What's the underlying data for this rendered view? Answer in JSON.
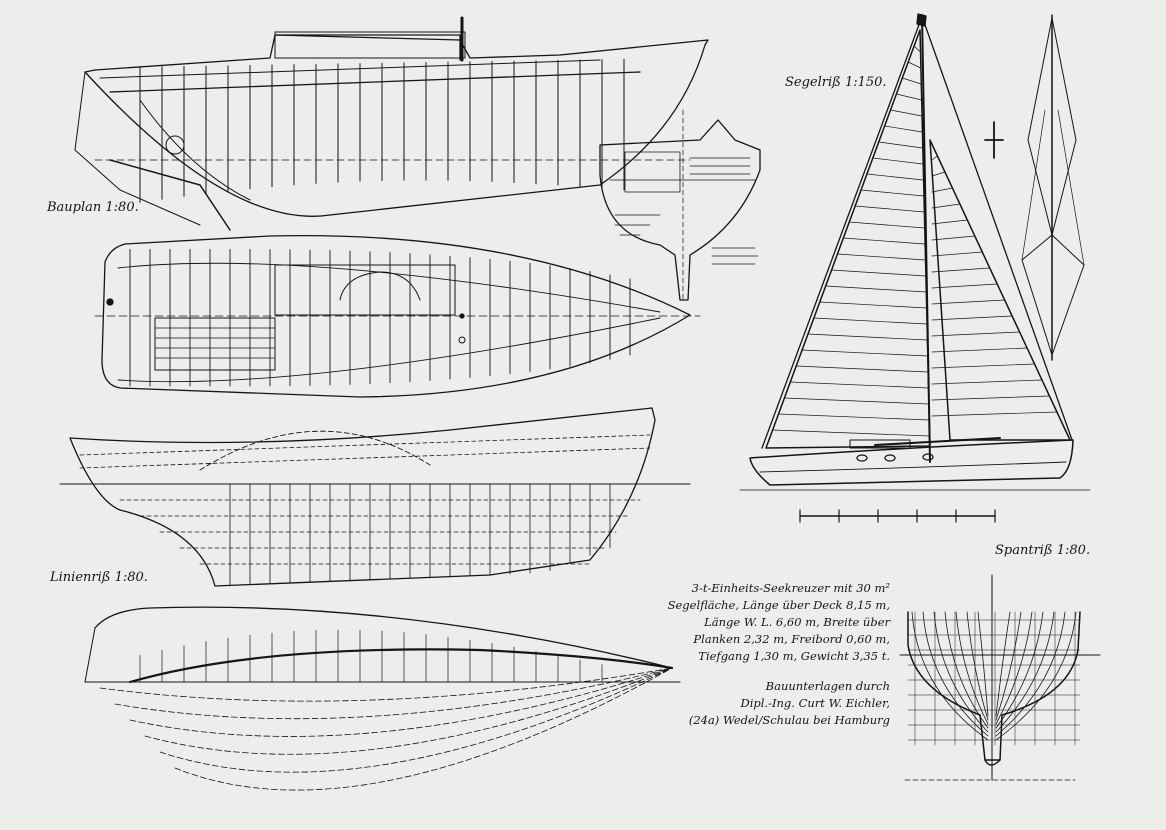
{
  "labels": {
    "bauplan": "Bauplan 1:80.",
    "segelriss": "Segelriß 1:150.",
    "linienriss": "Linienriß 1:80.",
    "spantriss": "Spantriß 1:80."
  },
  "spec_lines": [
    "3-t-Einheits-Seekreuzer mit 30 m²",
    "Segelfläche, Länge über Deck 8,15 m,",
    "Länge W. L. 6,60 m, Breite über",
    "Planken 2,32 m, Freibord 0,60 m,",
    "Tiefgang 1,30 m, Gewicht 3,35 t."
  ],
  "credit_lines": [
    "Bauunterlagen durch",
    "Dipl.-Ing. Curt W. Eichler,",
    "(24a) Wedel/Schulau bei Hamburg"
  ],
  "colors": {
    "paper": "#ededeb",
    "ink": "#141414"
  }
}
